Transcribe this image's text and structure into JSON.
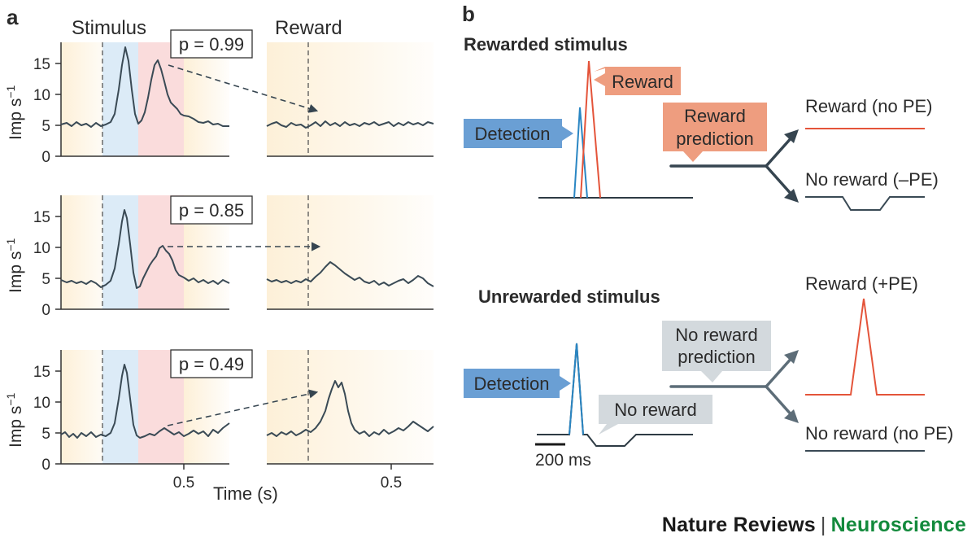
{
  "panel_a": {
    "letter": "a",
    "stimulus_label": "Stimulus",
    "reward_label": "Reward",
    "y_label_main": "Imp s",
    "y_label_sup": "−1",
    "x_label": "Time (s)",
    "x_tick": "0.5",
    "y_ticks": [
      "0",
      "5",
      "10",
      "15"
    ]
  },
  "panel_b": {
    "letter": "b",
    "rewarded_title": "Rewarded stimulus",
    "unrewarded_title": "Unrewarded stimulus",
    "detection": "Detection",
    "reward": "Reward",
    "reward_prediction_1": "Reward",
    "reward_prediction_2": "prediction",
    "no_reward_prediction_1": "No reward",
    "no_reward_prediction_2": "prediction",
    "no_reward": "No reward",
    "reward_no_pe": "Reward (no PE)",
    "no_reward_neg_pe": "No reward (–PE)",
    "reward_pos_pe": "Reward (+PE)",
    "no_reward_no_pe": "No reward (no PE)",
    "scale_bar": "200 ms"
  },
  "footer": {
    "journal": "Nature Reviews",
    "separator": "|",
    "field": "Neuroscience"
  },
  "colors": {
    "trace": "#3a4a55",
    "blue_shade": "#dcebf7",
    "red_shade": "#fadcdc",
    "warm_shade": "#fdf0d8",
    "blue_label": "#6a9fd4",
    "orange_label": "#ee9d7f",
    "grey_label": "#d3d9dd",
    "red_line": "#e4543a",
    "blue_line": "#2a86c3",
    "arrow_dark": "#364550",
    "arrow_grey": "#5d6d78",
    "journal_green": "#138a3c"
  },
  "chart_data": [
    {
      "type": "line",
      "probability_label": "p = 0.99",
      "ylim": [
        0,
        18
      ],
      "yticks": [
        0,
        5,
        10,
        15
      ],
      "stimulus_window": {
        "x": [
          0,
          0.5
        ],
        "series": [
          {
            "values": [
              4.8,
              5,
              5,
              5,
              18,
              5.5,
              16,
              6.5,
              6,
              5
            ]
          }
        ]
      },
      "reward_window": {
        "x": [
          0,
          0.5
        ],
        "series": [
          {
            "values": [
              5,
              5,
              5,
              5,
              5,
              5,
              5,
              5,
              5,
              5
            ]
          }
        ]
      }
    },
    {
      "type": "line",
      "probability_label": "p = 0.85",
      "ylim": [
        0,
        18
      ],
      "yticks": [
        0,
        5,
        10,
        15
      ],
      "stimulus_window": {
        "x": [
          0,
          0.5
        ],
        "series": [
          {
            "values": [
              4.5,
              4,
              4,
              4,
              16,
              3.5,
              10,
              5.5,
              4.5,
              4
            ]
          }
        ]
      },
      "reward_window": {
        "x": [
          0,
          0.5
        ],
        "series": [
          {
            "values": [
              4.5,
              4.5,
              5,
              6.5,
              5,
              4,
              4.5,
              4,
              5,
              4
            ]
          }
        ]
      }
    },
    {
      "type": "line",
      "probability_label": "p = 0.49",
      "ylim": [
        0,
        18
      ],
      "yticks": [
        0,
        5,
        10,
        15
      ],
      "stimulus_window": {
        "x": [
          0,
          0.5
        ],
        "series": [
          {
            "values": [
              4.5,
              4,
              4.5,
              4.5,
              16,
              4,
              5,
              5,
              5,
              6
            ]
          }
        ]
      },
      "reward_window": {
        "x": [
          0,
          0.5
        ],
        "series": [
          {
            "values": [
              4.5,
              5,
              5,
              5,
              13,
              8,
              4,
              5,
              7,
              5
            ]
          }
        ]
      }
    }
  ]
}
